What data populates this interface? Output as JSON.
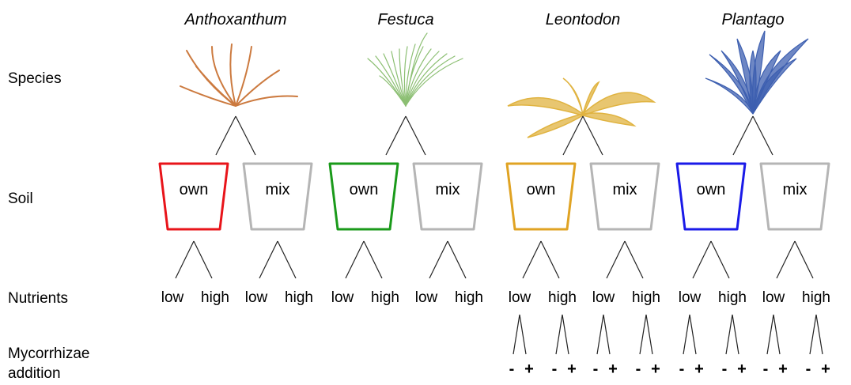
{
  "rows": {
    "species": "Species",
    "soil": "Soil",
    "nutrients": "Nutrients",
    "mycorrhizae_line1": "Mycorrhizae",
    "mycorrhizae_line2": "addition"
  },
  "species": [
    {
      "name": "Anthoxanthum",
      "color": "#cc7a3f",
      "own_pot_color": "#e8141a",
      "icon": "grass-tuft-icon"
    },
    {
      "name": "Festuca",
      "color": "#8cbf73",
      "own_pot_color": "#1a9a1a",
      "icon": "fine-grass-icon"
    },
    {
      "name": "Leontodon",
      "color": "#e0b340",
      "own_pot_color": "#e0a323",
      "icon": "rosette-plant-icon"
    },
    {
      "name": "Plantago",
      "color": "#3d5fb0",
      "own_pot_color": "#1a1ae8",
      "icon": "plantago-leaves-icon"
    }
  ],
  "soil": {
    "own": "own",
    "mix": "mix",
    "mix_pot_color": "#b5b5b5"
  },
  "nutrients": {
    "low": "low",
    "high": "high"
  },
  "mycorrhizae": {
    "minus": "-",
    "plus": "+"
  }
}
